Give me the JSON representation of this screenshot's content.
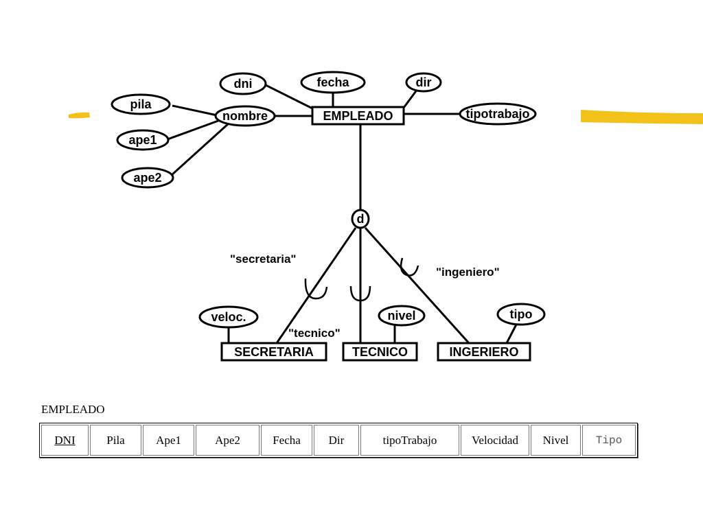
{
  "diagram": {
    "entities": {
      "empleado": "EMPLEADO",
      "secretaria": "SECRETARIA",
      "tecnico": "TECNICO",
      "ingeniero": "INGERIERO"
    },
    "attributes": {
      "dni": "dni",
      "fecha": "fecha",
      "dir": "dir",
      "nombre": "nombre",
      "pila": "pila",
      "ape1": "ape1",
      "ape2": "ape2",
      "tipotrabajo": "tipotrabajo",
      "veloc": "veloc.",
      "nivel": "nivel",
      "tipo": "tipo"
    },
    "disjoint_symbol": "d",
    "conditions": {
      "secretaria": "\"secretaria\"",
      "tecnico": "\"tecnico\"",
      "ingeniero": "\"ingeniero\""
    }
  },
  "table": {
    "title": "EMPLEADO",
    "columns": [
      "DNI",
      "Pila",
      "Ape1",
      "Ape2",
      "Fecha",
      "Dir",
      "tipoTrabajo",
      "Velocidad",
      "Nivel",
      "Tipo"
    ]
  },
  "colors": {
    "accent": "#f2c21b"
  }
}
